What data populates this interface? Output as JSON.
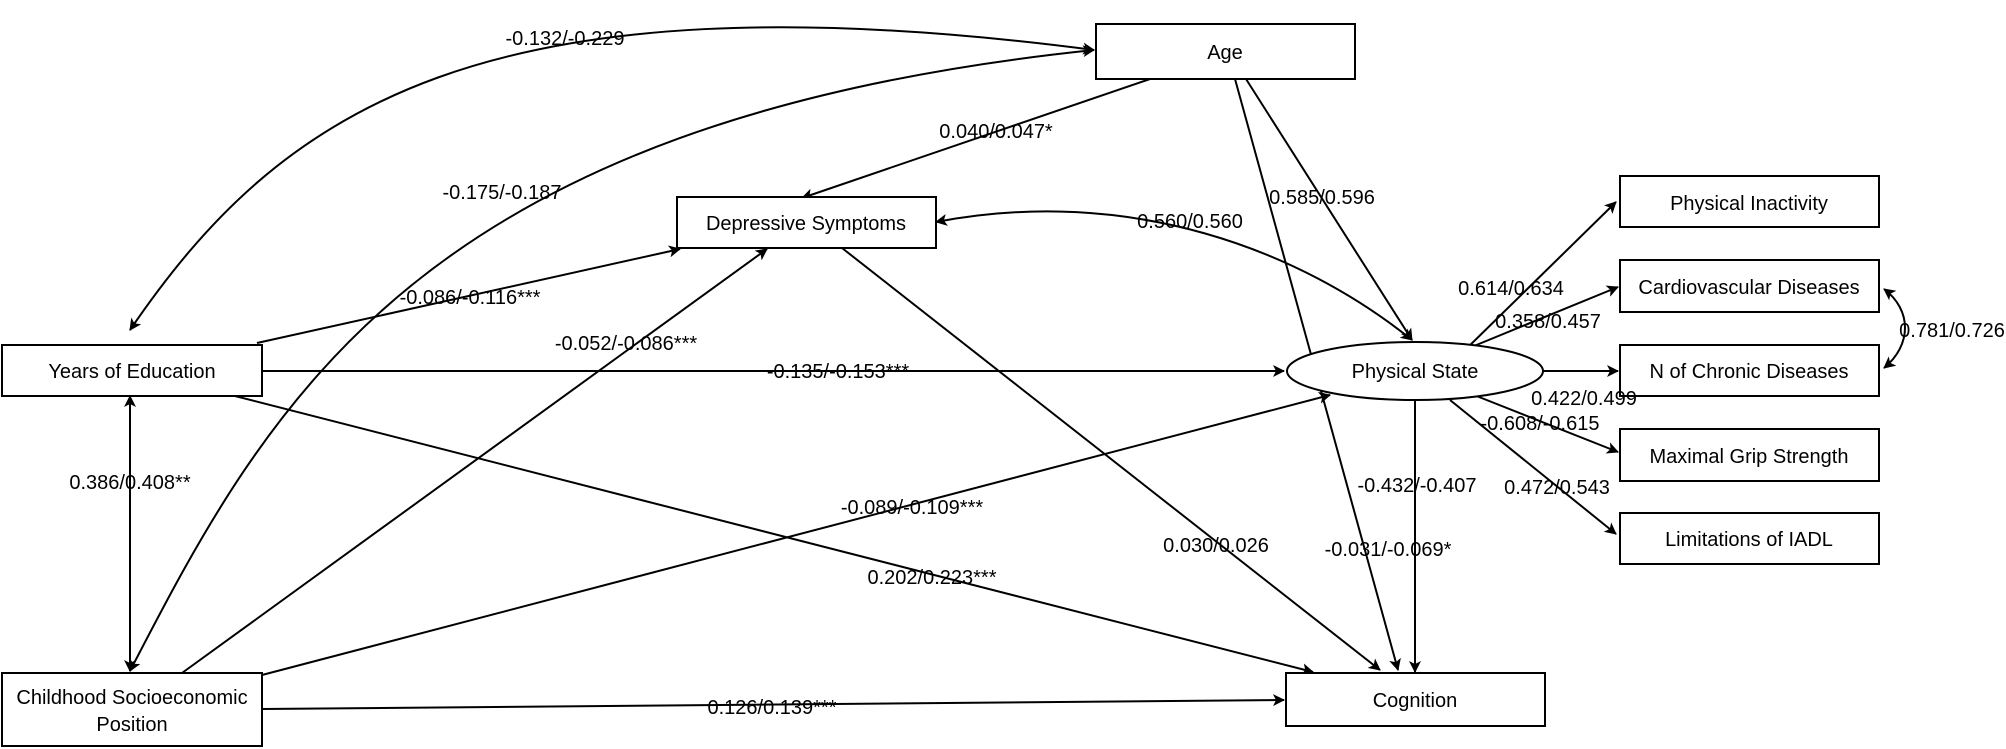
{
  "nodes": {
    "age": "Age",
    "depressive": "Depressive Symptoms",
    "education": "Years of Education",
    "childhood": [
      "Childhood Socioeconomic",
      "Position"
    ],
    "physical_state": "Physical State",
    "cognition": "Cognition",
    "physical_inactivity": "Physical Inactivity",
    "cardiovascular": "Cardiovascular Diseases",
    "chronic": "N of Chronic Diseases",
    "grip": "Maximal Grip Strength",
    "iadl": "Limitations of IADL"
  },
  "edges": {
    "edu_age": "-0.132/-0.229",
    "csp_age": "-0.175/-0.187",
    "age_dep": "0.040/0.047*",
    "age_phys": "0.585/0.596",
    "dep_phys": "0.560/0.560",
    "edu_dep": "-0.086/-0.116***",
    "csp_dep": "-0.052/-0.086***",
    "edu_phys": "-0.135/-0.153***",
    "edu_csp": "0.386/0.408**",
    "csp_phys": "-0.089/-0.109***",
    "edu_cog": "0.202/0.223***",
    "dep_cog": "0.030/0.026",
    "phys_cog": "-0.432/-0.407",
    "age_cog": "-0.031/-0.069*",
    "csp_cog": "0.126/0.139***",
    "phys_inact": "0.614/0.634",
    "phys_cardio": "0.358/0.457",
    "phys_chronic": "0.422/0.499",
    "phys_grip": "-0.608/-0.615",
    "phys_iadl": "0.472/0.543",
    "cardio_chronic": "0.781/0.726"
  }
}
